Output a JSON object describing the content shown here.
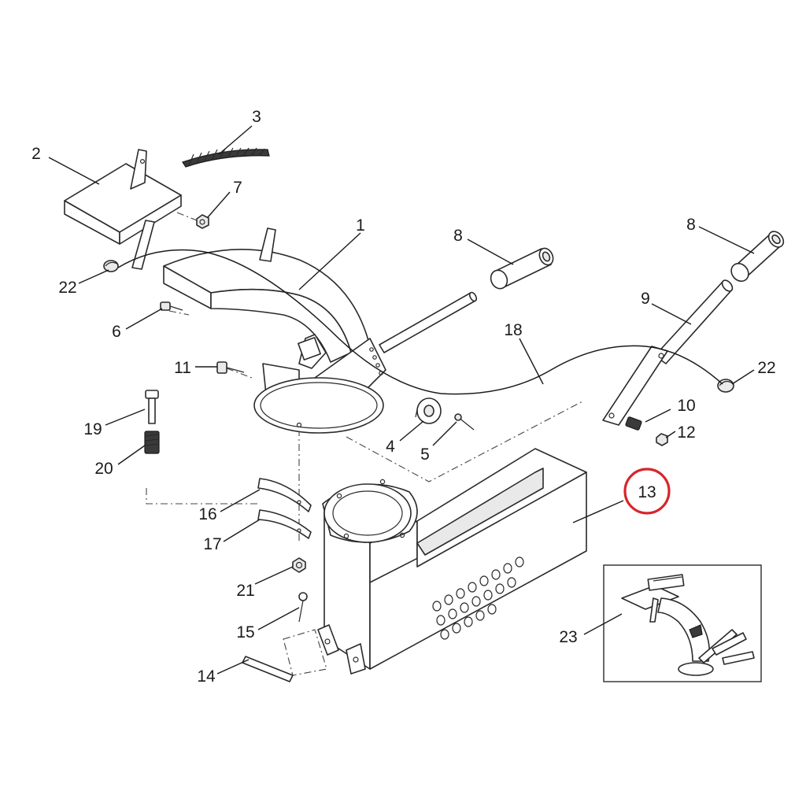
{
  "callouts": [
    {
      "id": "c1",
      "label": "1"
    },
    {
      "id": "c2",
      "label": "2"
    },
    {
      "id": "c3",
      "label": "3"
    },
    {
      "id": "c4",
      "label": "4"
    },
    {
      "id": "c5",
      "label": "5"
    },
    {
      "id": "c6",
      "label": "6"
    },
    {
      "id": "c7",
      "label": "7"
    },
    {
      "id": "c8a",
      "label": "8"
    },
    {
      "id": "c8b",
      "label": "8"
    },
    {
      "id": "c9",
      "label": "9"
    },
    {
      "id": "c10",
      "label": "10"
    },
    {
      "id": "c11",
      "label": "11"
    },
    {
      "id": "c12",
      "label": "12"
    },
    {
      "id": "c13",
      "label": "13"
    },
    {
      "id": "c14",
      "label": "14"
    },
    {
      "id": "c15",
      "label": "15"
    },
    {
      "id": "c16",
      "label": "16"
    },
    {
      "id": "c17",
      "label": "17"
    },
    {
      "id": "c18",
      "label": "18"
    },
    {
      "id": "c19",
      "label": "19"
    },
    {
      "id": "c20",
      "label": "20"
    },
    {
      "id": "c21",
      "label": "21"
    },
    {
      "id": "c22a",
      "label": "22"
    },
    {
      "id": "c22b",
      "label": "22"
    },
    {
      "id": "c23",
      "label": "23"
    }
  ],
  "highlighted_callout": "13",
  "colors": {
    "line": "#2a2a2a",
    "highlight": "#d6262a",
    "background": "#ffffff"
  }
}
